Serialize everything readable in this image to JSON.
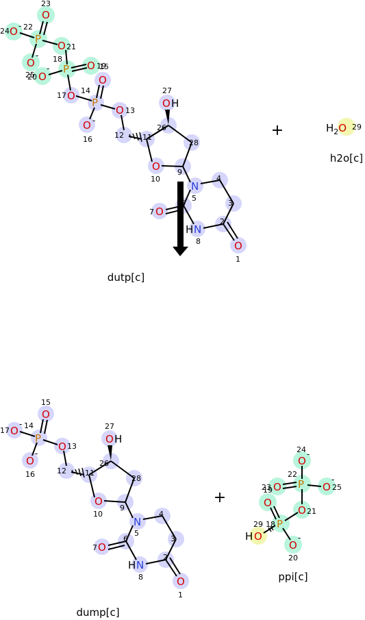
{
  "reaction": {
    "operator": "+",
    "reactants": [
      {
        "name": "dutp[c]"
      },
      {
        "name": "h2o[c]"
      }
    ],
    "products": [
      {
        "name": "dump[c]"
      },
      {
        "name": "ppi[c]"
      }
    ]
  },
  "atom_symbols": {
    "oxygen": "O",
    "phosphorus": "P",
    "nitrogen": "N",
    "hydrogen": "H",
    "water": "H2O",
    "charge": "-"
  },
  "colors": {
    "oxygen": "#d40000",
    "phosphorus": "#c87800",
    "nitrogen": "#2a3fd8",
    "highlight_blue": "#d6d6fb",
    "highlight_green": "#b8f5dc",
    "highlight_yellow": "#f3f7b0"
  },
  "atom_numbers": {
    "dutp": [
      "23",
      "24",
      "22",
      "21",
      "18",
      "25",
      "20",
      "19",
      "15",
      "17",
      "14",
      "13",
      "16",
      "12",
      "27",
      "26",
      "11",
      "28",
      "10",
      "9",
      "5",
      "4",
      "3",
      "6",
      "7",
      "2",
      "8",
      "1"
    ],
    "h2o": [
      "29"
    ],
    "dump": [
      "15",
      "17",
      "14",
      "13",
      "16",
      "12",
      "27",
      "26",
      "11",
      "28",
      "10",
      "9",
      "5",
      "4",
      "3",
      "6",
      "7",
      "2",
      "8",
      "1"
    ],
    "ppi": [
      "24",
      "22",
      "23",
      "25",
      "19",
      "21",
      "29",
      "18",
      "20"
    ]
  }
}
